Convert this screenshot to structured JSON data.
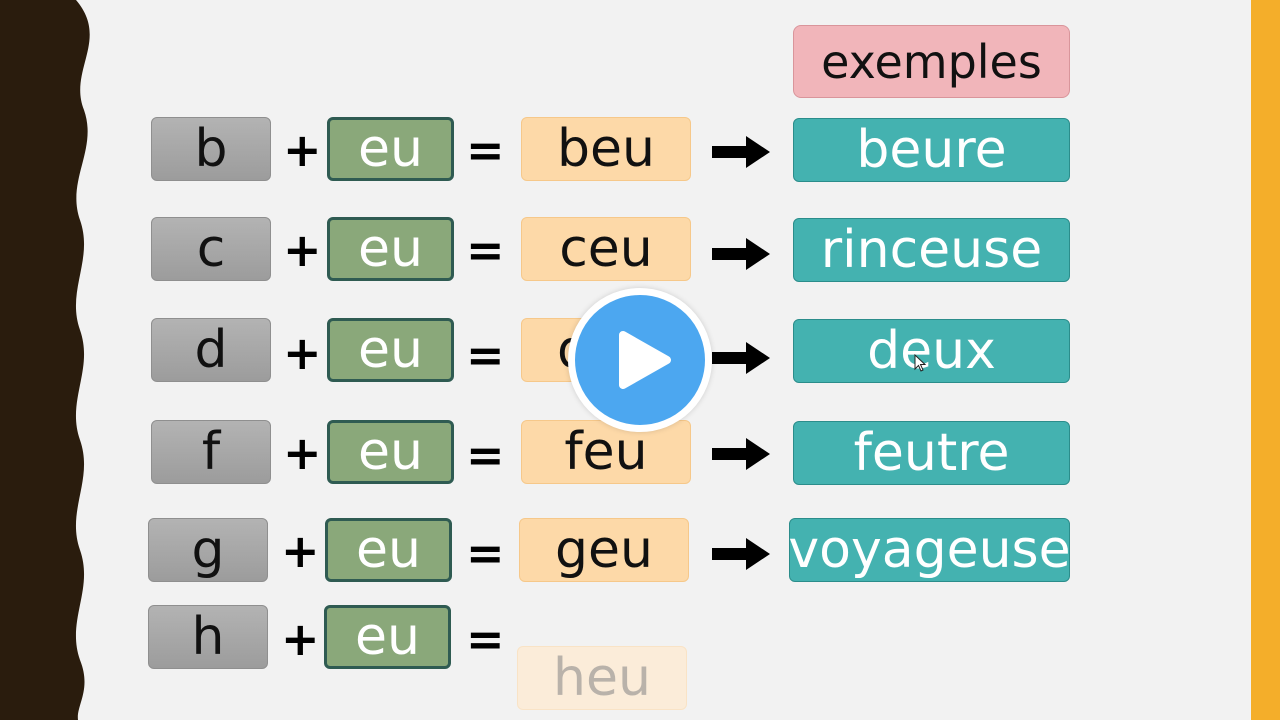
{
  "header": {
    "label": "exemples"
  },
  "vowel": "eu",
  "plus": "+",
  "equals": "=",
  "rows": [
    {
      "consonant": "b",
      "syllable": "beu",
      "example": "beure"
    },
    {
      "consonant": "c",
      "syllable": "ceu",
      "example": "rinceuse"
    },
    {
      "consonant": "d",
      "syllable": "deu",
      "example": "deux"
    },
    {
      "consonant": "f",
      "syllable": "feu",
      "example": "feutre"
    },
    {
      "consonant": "g",
      "syllable": "geu",
      "example": "voyageuse"
    },
    {
      "consonant": "h",
      "syllable": "heu"
    }
  ],
  "colors": {
    "consonant_box": "#a8a8a8",
    "vowel_box": "#8aa87a",
    "syllable_box": "#fdd9a8",
    "example_box": "#44b2b0",
    "header_box": "#f1b5ba",
    "accent_bar": "#f4ae2a",
    "play_button": "#4ca7f0"
  },
  "icons": {
    "play": "play-icon",
    "arrow": "right-arrow-icon",
    "cursor": "mouse-cursor-icon"
  }
}
